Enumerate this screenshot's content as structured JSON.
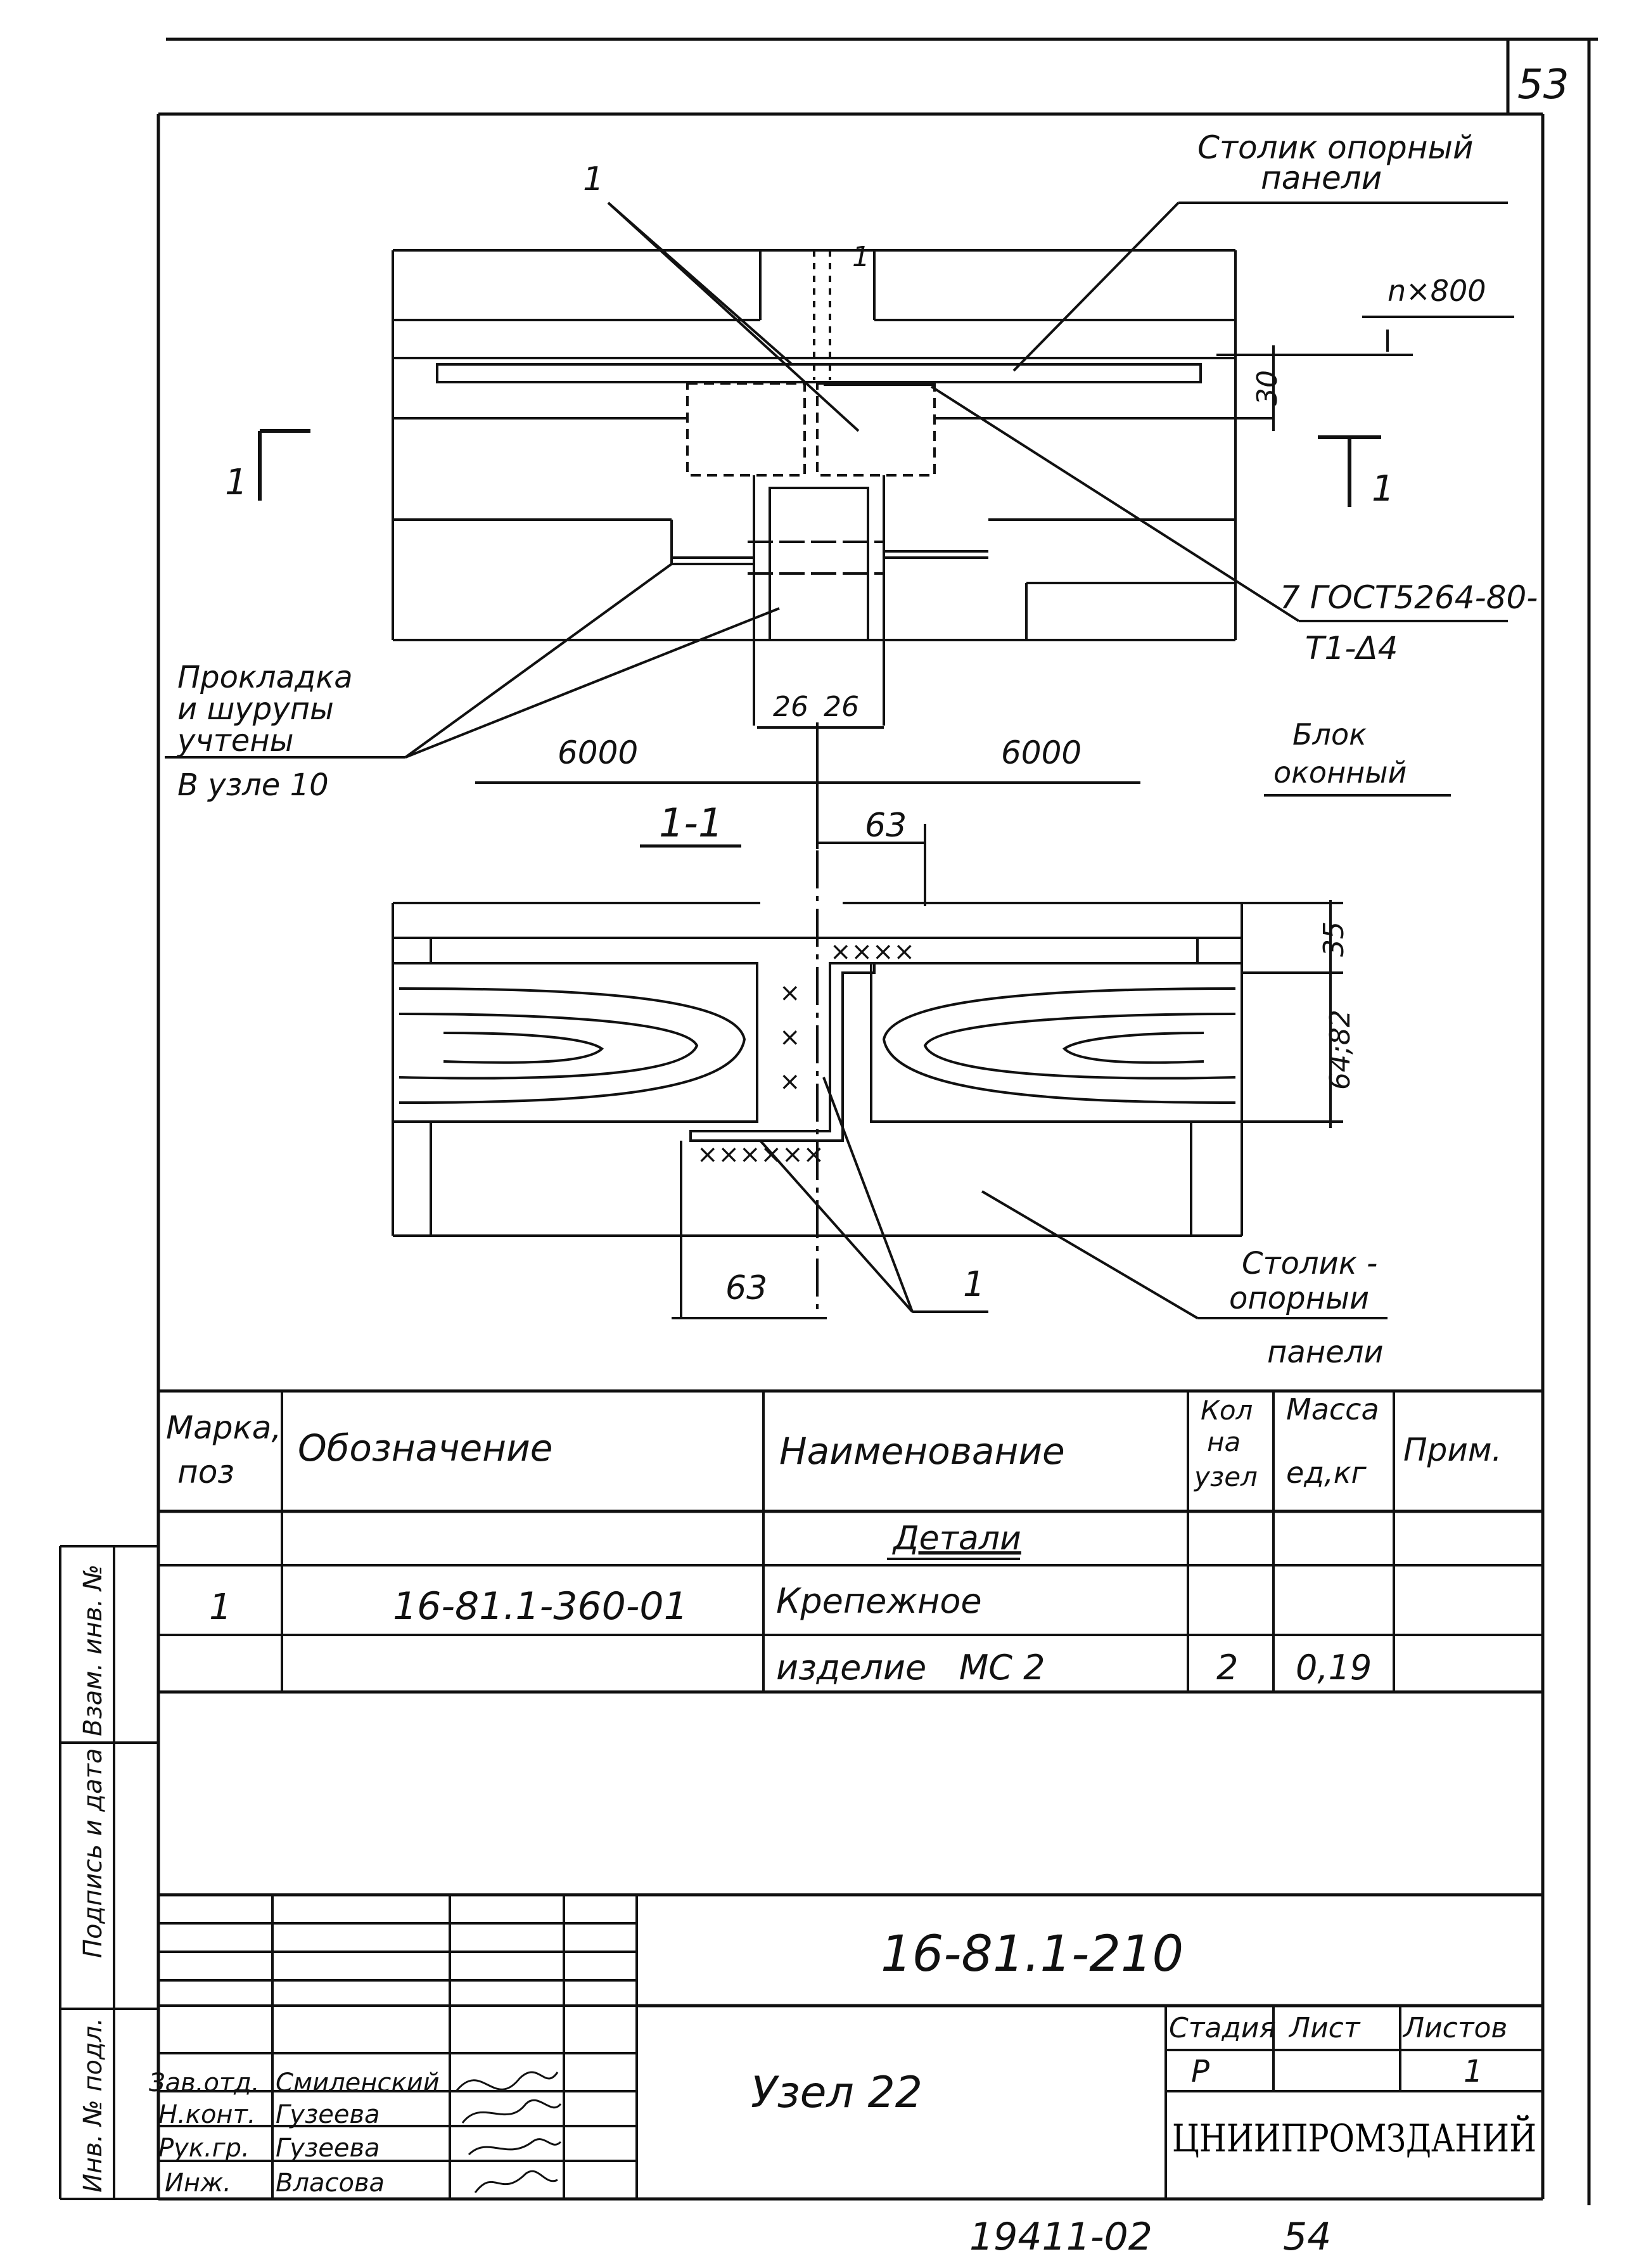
{
  "sheet": {
    "page_number_top": "53",
    "page_number_bottom": "54",
    "archive_number": "19411-02"
  },
  "plan_view": {
    "label_support_table_top": [
      "Столик опорный",
      "панели"
    ],
    "label_pos1_top": "1",
    "label_pos1_center": "1",
    "label_n_x_800": "n×800",
    "dim_30": "30",
    "section_mark": "1",
    "weld_symbol": [
      "7 ГОСТ5264-80-",
      "Т1-Δ4"
    ],
    "gasket_note": [
      "Прокладка",
      "и шурупы",
      "учтены",
      "В узле 10"
    ],
    "dim_26_left": "26",
    "dim_26_right": "26",
    "dim_6000_left": "6000",
    "dim_6000_right": "6000",
    "window_block_label": [
      "Блок",
      "оконный"
    ]
  },
  "section_view": {
    "title": "1-1",
    "dim_63_top": "63",
    "dim_35": "35",
    "dim_64_82": "64;82",
    "dim_63_bottom": "63",
    "label_pos1": "1",
    "label_support_table_bottom": [
      "Столик -",
      "опорныи",
      "панели"
    ]
  },
  "spec_table": {
    "headers": {
      "mark": [
        "Марка,",
        "поз"
      ],
      "designation": "Обозначение",
      "name": "Наименование",
      "qty": [
        "Кол",
        "на",
        "узел"
      ],
      "mass": [
        "Масса",
        "ед,кг"
      ],
      "note": "Прим."
    },
    "section_heading": "Детали",
    "rows": [
      {
        "mark": "1",
        "designation": "16-81.1-360-01",
        "name": "Крепежное",
        "qty": "",
        "mass": ""
      },
      {
        "mark": "",
        "designation": "",
        "name": "изделие   МС 2",
        "qty": "2",
        "mass": "0,19"
      }
    ]
  },
  "side_stamp": {
    "labels": [
      "Инв. № подл.",
      "Подпись и дата",
      "Взам. инв. №"
    ]
  },
  "title_block": {
    "document_code": "16-81.1-210",
    "drawing_title": "Узел 22",
    "roles": [
      {
        "role": "Зав.отд.",
        "name": "Смиленский"
      },
      {
        "role": "Н.конт.",
        "name": "Гузеева"
      },
      {
        "role": "Рук.гр.",
        "name": "Гузеева"
      },
      {
        "role": "Инж.",
        "name": "Власова"
      }
    ],
    "stage_header": "Стадия",
    "sheet_header": "Лист",
    "sheets_header": "Листов",
    "stage": "Р",
    "sheets_total": "1",
    "organization": "ЦНИИПРОМЗДАНИЙ"
  }
}
